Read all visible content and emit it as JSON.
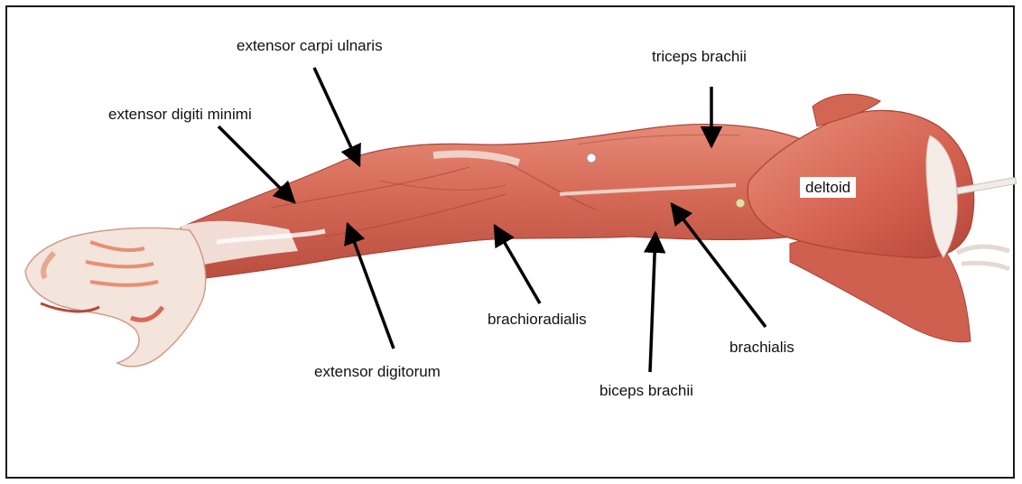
{
  "labels": {
    "extensor_carpi_ulnaris": "extensor carpi ulnaris",
    "extensor_digiti_minimi": "extensor digiti minimi",
    "triceps_brachii": "triceps brachii",
    "deltoid": "deltoid",
    "brachioradialis": "brachioradialis",
    "brachialis": "brachialis",
    "extensor_digitorum": "extensor digitorum",
    "biceps_brachii": "biceps brachii"
  },
  "colors": {
    "muscle": "#d9705c",
    "muscle_dark": "#b8483a",
    "muscle_light": "#e9968a",
    "tendon": "#f7ede8",
    "arrow": "#000000"
  }
}
